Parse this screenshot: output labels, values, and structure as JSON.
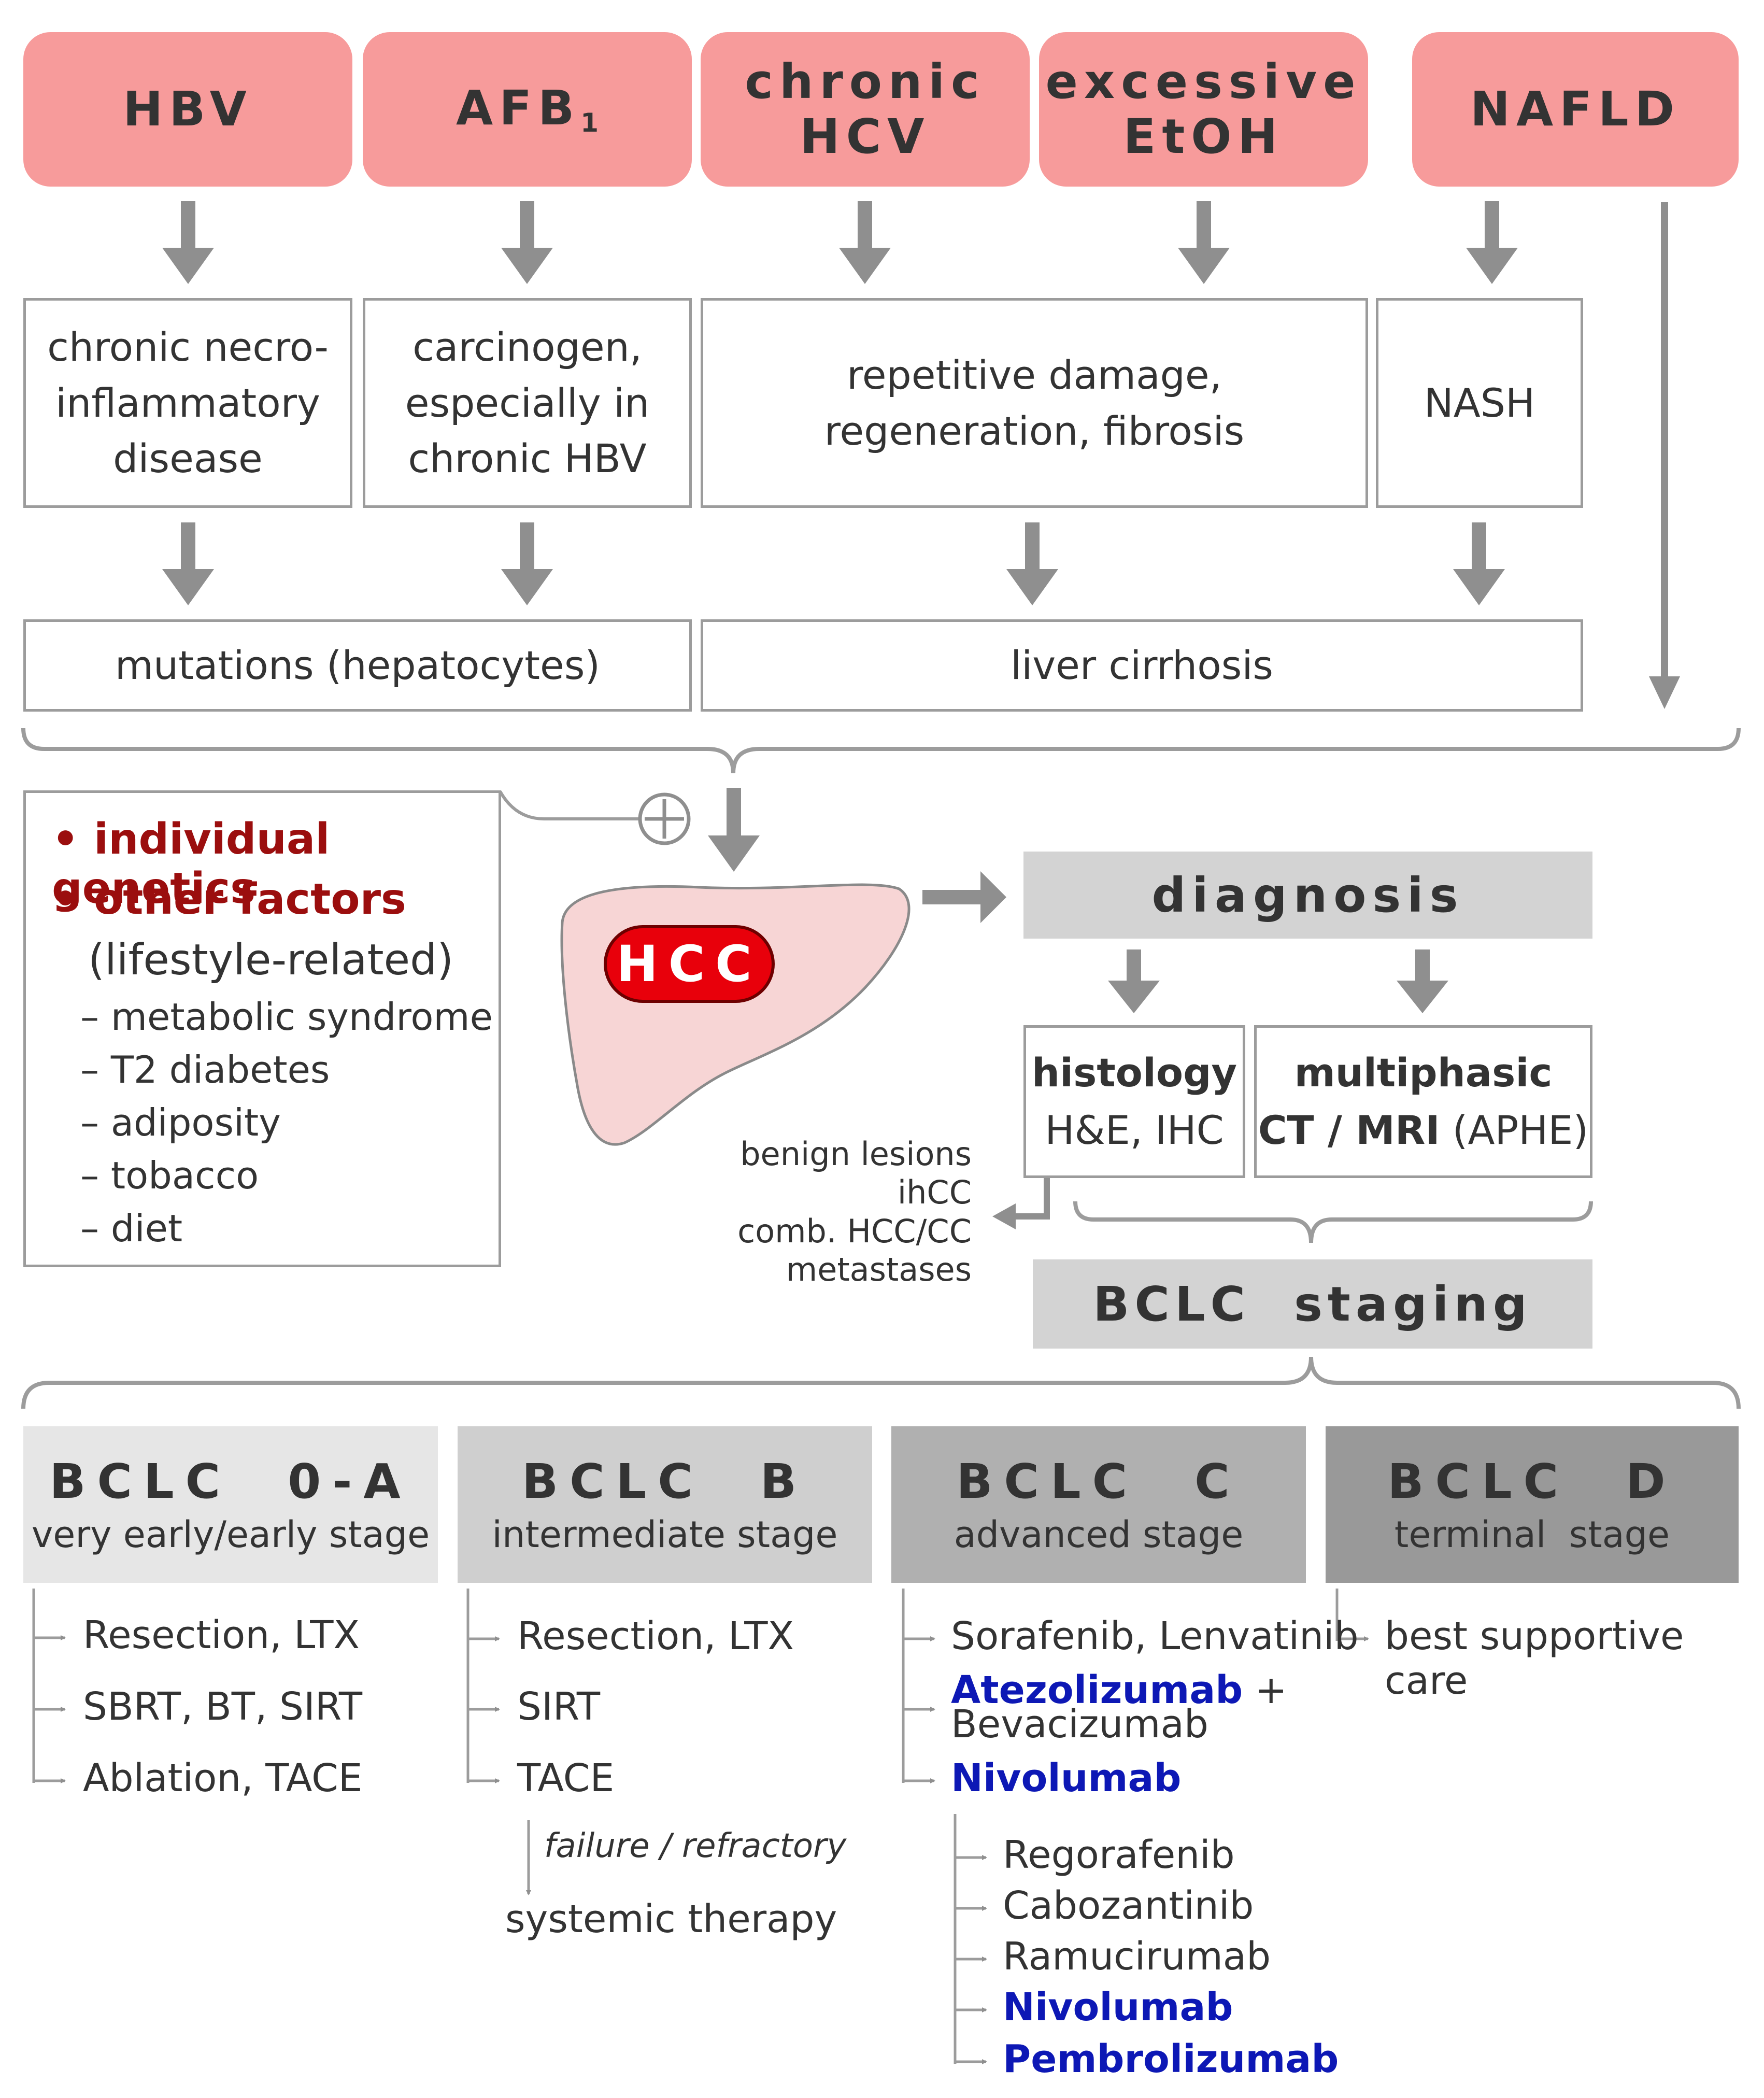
{
  "causes": {
    "hbv": "HBV",
    "afb": "AFB",
    "afb_sub": "1",
    "hcv_line1": "chronic",
    "hcv_line2": "HCV",
    "etoh_line1": "excessive",
    "etoh_line2": "EtOH",
    "nafld": "NAFLD"
  },
  "mechanisms": {
    "hbv": [
      "chronic necro-",
      "inflammatory",
      "disease"
    ],
    "afb": [
      "carcinogen,",
      "especially in",
      "chronic HBV"
    ],
    "hcv_etoh": [
      "repetitive damage,",
      "regeneration, fibrosis"
    ],
    "nafld": "NASH"
  },
  "outcomes": {
    "mutations": "mutations (hepatocytes)",
    "cirrhosis": "liver cirrhosis"
  },
  "factors": {
    "genetics": "• individual genetics",
    "other": "• other factors",
    "lifestyle": "(lifestyle-related)",
    "items": [
      "– metabolic syndrome",
      "– T2 diabetes",
      "– adiposity",
      "– tobacco",
      "– diet"
    ]
  },
  "plus_symbol": "+",
  "hcc": "HCC",
  "diagnosis": {
    "title": "diagnosis",
    "histology_title": "histology",
    "histology_sub": "H&E, IHC",
    "imaging_title": "multiphasic",
    "imaging_sub_bold": "CT / MRI",
    "imaging_sub_rest": " (APHE)",
    "exclusions": [
      "benign lesions",
      "ihCC",
      "comb. HCC/CC",
      "metastases"
    ]
  },
  "staging": "BCLC  staging",
  "stages": [
    {
      "title": "BCLC  0-A",
      "subtitle": "very early/early stage",
      "color": "#e6e6e6",
      "treatments": [
        "Resection, LTX",
        "SBRT, BT, SIRT",
        "Ablation, TACE"
      ]
    },
    {
      "title": "BCLC  B",
      "subtitle": "intermediate stage",
      "color": "#cfcfcf",
      "treatments": [
        "Resection, LTX",
        "SIRT",
        "TACE"
      ],
      "failure": "failure / refractory",
      "next": "systemic therapy"
    },
    {
      "title": "BCLC  C",
      "subtitle": "advanced stage",
      "color": "#b0b0b0",
      "first_line": {
        "t1": "Sorafenib, Lenvatinib",
        "t2_blue": "Atezolizumab",
        "t2_plus": " +",
        "t2_second": "Bevacizumab",
        "t3_blue": "Nivolumab"
      },
      "second_line": [
        "Regorafenib",
        "Cabozantinib",
        "Ramucirumab"
      ],
      "second_line_blue": [
        "Nivolumab",
        "Pembrolizumab"
      ]
    },
    {
      "title": "BCLC  D",
      "subtitle": "terminal  stage",
      "color": "#999999",
      "treatments": [
        "best supportive",
        "care"
      ]
    }
  ],
  "colors": {
    "cause_box": "#f79b9b",
    "hcc_badge": "#e8000b",
    "liver_fill": "#f7d5d5",
    "arrows": "#8f8f8f",
    "factor_text": "#9b0e0e",
    "drug_highlight": "#0d18b5",
    "gray_bar": "#d3d3d3"
  }
}
